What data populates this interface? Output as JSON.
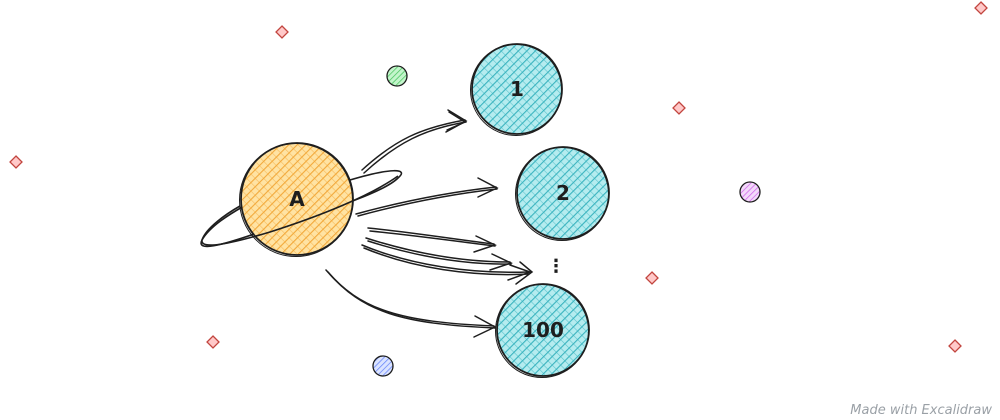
{
  "nodes": {
    "a": {
      "label": "A"
    },
    "n1": {
      "label": "1"
    },
    "n2": {
      "label": "2"
    },
    "n100": {
      "label": "100"
    }
  },
  "ellipsis": "⋮",
  "watermark": "Made with Excalidraw",
  "colors": {
    "source_fill": "#fcc860",
    "target_fill": "#5fc7cf",
    "stroke": "#1e1e1e",
    "star_stroke": "#c2453f",
    "star_fill": "#ffc9c9",
    "planet_green": "#8ce99a",
    "planet_purple": "#e599f7",
    "planet_blue": "#91a7ff"
  }
}
